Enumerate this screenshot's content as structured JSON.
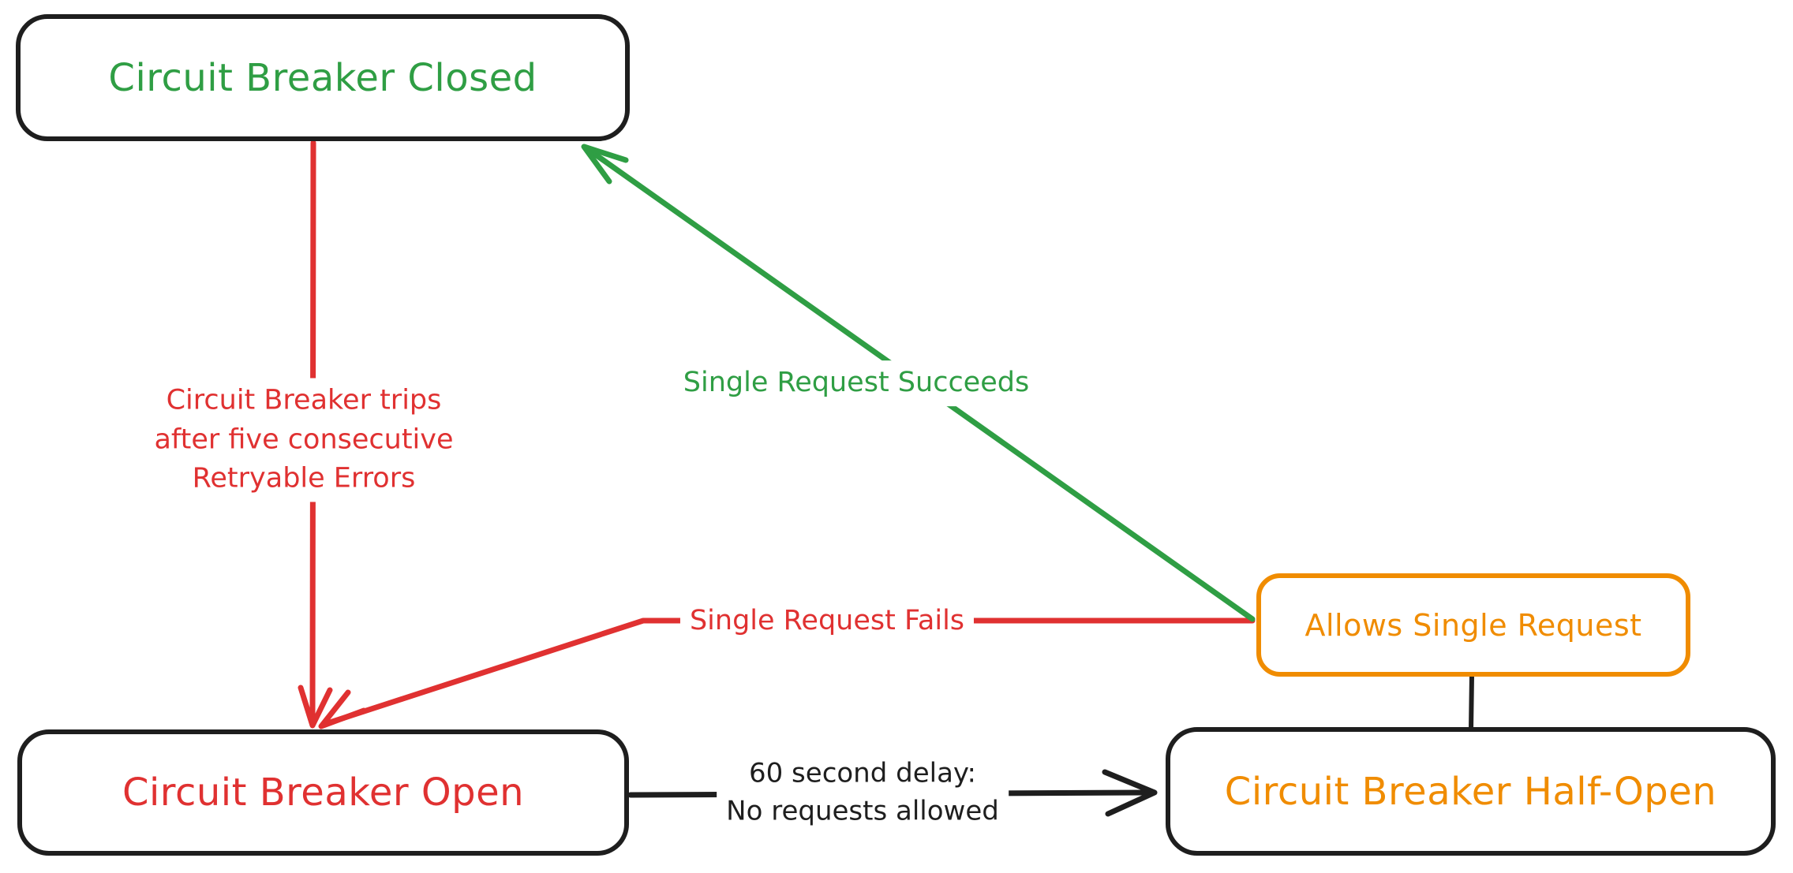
{
  "palette": {
    "stroke_black": "#1e1e1e",
    "red": "#e03131",
    "green": "#2f9e44",
    "orange": "#f08c00",
    "background": "#ffffff"
  },
  "states": {
    "closed": {
      "label": "Circuit Breaker Closed"
    },
    "open": {
      "label": "Circuit Breaker Open"
    },
    "half_open": {
      "label": "Circuit Breaker Half-Open"
    },
    "allows": {
      "label": "Allows Single Request"
    }
  },
  "edges": {
    "trip": {
      "lines": [
        "Circuit Breaker trips",
        "after five consecutive",
        "Retryable Errors"
      ]
    },
    "succeed": {
      "label": "Single Request Succeeds"
    },
    "fail": {
      "label": "Single Request Fails"
    },
    "delay": {
      "lines": [
        "60 second delay:",
        "No requests allowed"
      ]
    }
  }
}
